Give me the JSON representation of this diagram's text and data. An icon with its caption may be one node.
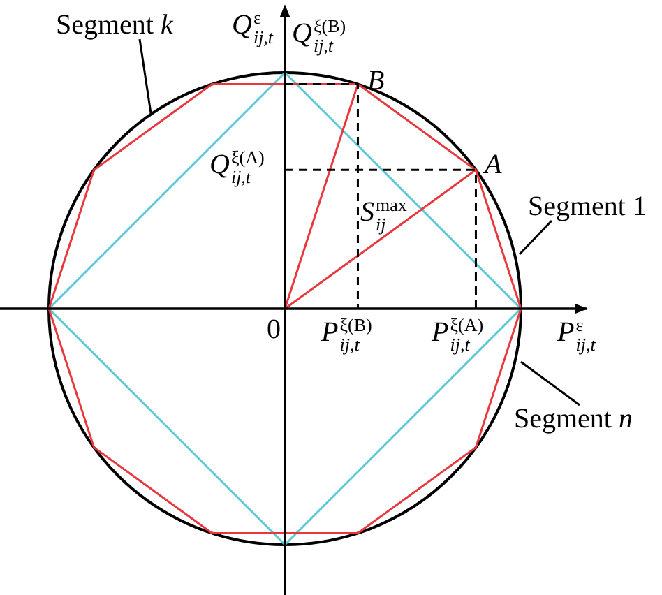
{
  "diagram": {
    "nodes": [
      {
        "text": [
          "Segment *k*"
        ]
      },
      {
        "text": [
          "Segment 1"
        ]
      },
      {
        "text": [
          "Segment *n*"
        ]
      }
    ],
    "edges": [
      {
        "from": 0,
        "to": null,
        "arrow": "none"
      },
      {
        "from": 1,
        "to": null,
        "arrow": "none"
      },
      {
        "from": 2,
        "to": null,
        "arrow": "none"
      }
    ],
    "labels": [
      "*Q*$^{ε}$$_{ij,t}$",
      "*Q*$^{ξ(B)}$$_{ij,t}$",
      "B",
      "*Q*$^{ξ(A)}$$_{ij,t}$",
      "A",
      "*S*$^{max}$$_{ij}$",
      "0",
      "*P*$^{ξ(B)}$$_{ij,t}$",
      "*P*$^{ξ(A)}$$_{ij,t}$",
      "*P*$^{ε}$$_{ij,t}$"
    ]
  }
}
